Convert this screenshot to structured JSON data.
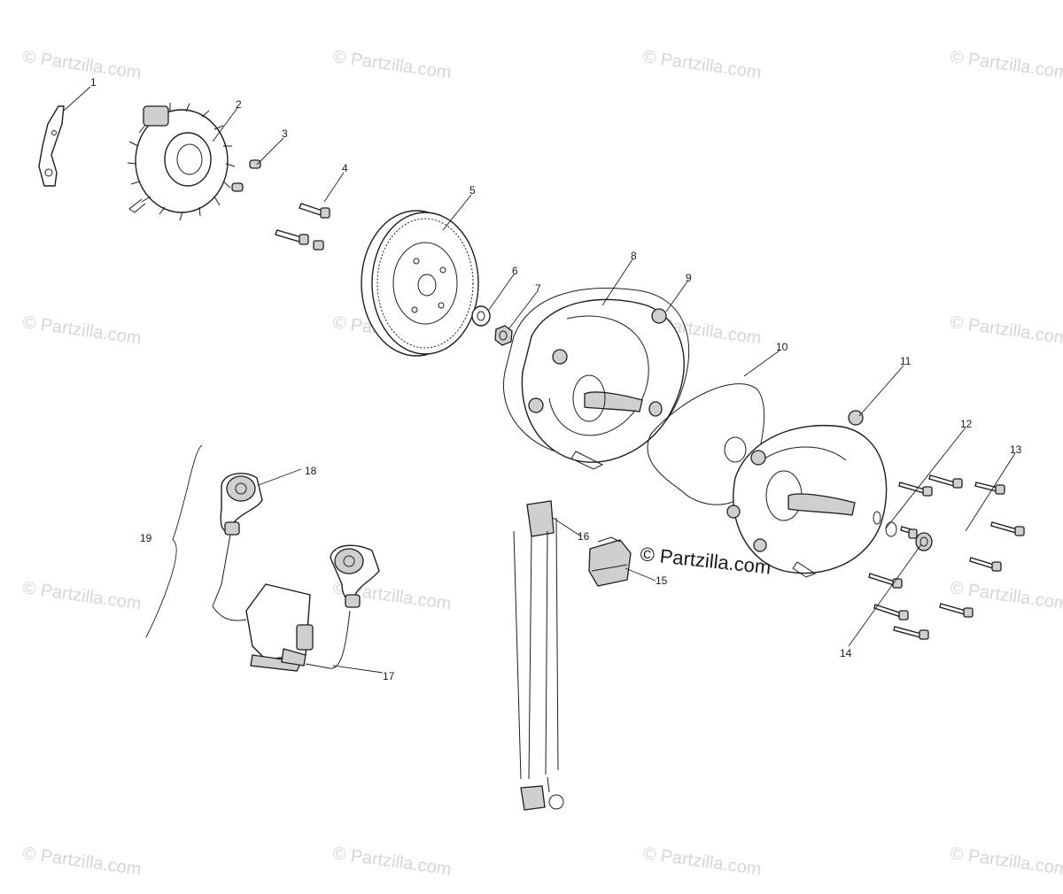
{
  "watermark": "© Partzilla.com",
  "brand_label": "© Partzilla.com",
  "callouts": {
    "c1": "1",
    "c2": "2",
    "c3": "3",
    "c4": "4",
    "c5": "5",
    "c6": "6",
    "c7": "7",
    "c8": "8",
    "c9": "9",
    "c10": "10",
    "c11": "11",
    "c12": "12",
    "c13": "13",
    "c14": "14",
    "c15": "15",
    "c16": "16",
    "c17": "17",
    "c18": "18",
    "c19": "19"
  }
}
